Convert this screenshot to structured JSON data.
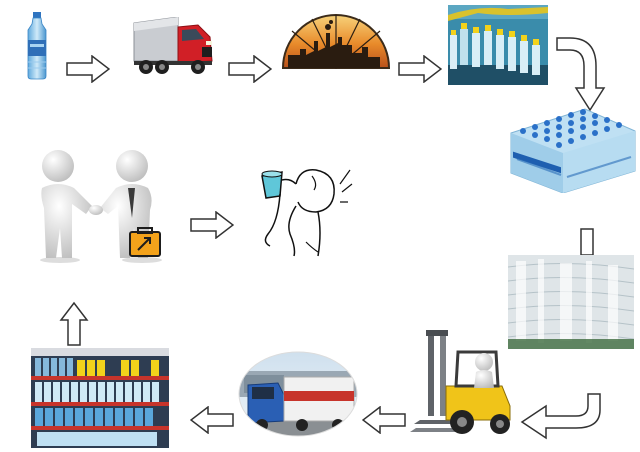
{
  "diagram": {
    "kind": "bottled-water supply chain flow",
    "stages": [
      {
        "id": "water-bottle",
        "icon": "water-bottle-icon"
      },
      {
        "id": "truck",
        "icon": "delivery-truck-icon"
      },
      {
        "id": "factory",
        "icon": "factory-sunset-icon"
      },
      {
        "id": "bottling-line",
        "icon": "bottling-line-icon"
      },
      {
        "id": "bottle-pack",
        "icon": "bottle-pack-icon"
      },
      {
        "id": "pallet",
        "icon": "wrapped-pallet-icon"
      },
      {
        "id": "forklift",
        "icon": "forklift-icon"
      },
      {
        "id": "distribution-truck",
        "icon": "distribution-truck-icon"
      },
      {
        "id": "store-shelves",
        "icon": "store-shelves-icon"
      },
      {
        "id": "handshake",
        "icon": "handshake-icon"
      },
      {
        "id": "consumer-drinking",
        "icon": "drinking-person-icon"
      }
    ],
    "colors": {
      "arrow_outline": "#333333",
      "water_blue": "#8fc6ea",
      "truck_red": "#d11f26",
      "factory_orange": "#e07a1f",
      "cap_yellow": "#f2d21b",
      "forklift_yellow": "#f0c419",
      "briefcase_orange": "#f3a21b",
      "shelf_red": "#c7342b"
    }
  }
}
